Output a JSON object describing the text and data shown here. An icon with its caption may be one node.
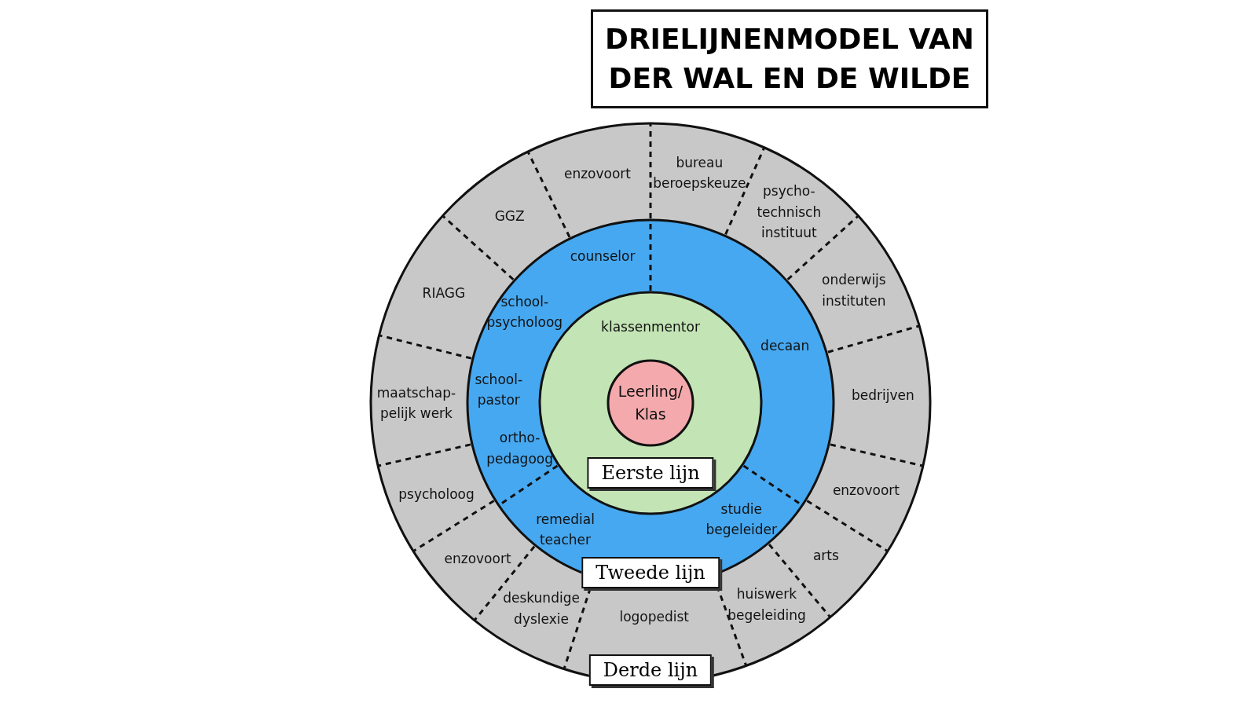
{
  "diagram": {
    "title": "DRIELIJNENMODEL VAN DER WAL EN DE WILDE",
    "nodes": [
      {
        "text": [
          "Derde lijn"
        ]
      },
      {
        "text": [
          "bureau beroepskeuze"
        ],
        "in": 0
      },
      {
        "text": [
          "psycho- technisch instituut"
        ],
        "in": 0
      },
      {
        "text": [
          "onderwijs instituten"
        ],
        "in": 0
      },
      {
        "text": [
          "bedrijven"
        ],
        "in": 0
      },
      {
        "text": [
          "enzovoort"
        ],
        "in": 0
      },
      {
        "text": [
          "arts"
        ],
        "in": 0
      },
      {
        "text": [
          "huiswerk begeleiding"
        ],
        "in": 0
      },
      {
        "text": [
          "logopedist"
        ],
        "in": 0
      },
      {
        "text": [
          "deskundige dyslexie"
        ],
        "in": 0
      },
      {
        "text": [
          "enzovoort"
        ],
        "in": 0
      },
      {
        "text": [
          "psycholoog"
        ],
        "in": 0
      },
      {
        "text": [
          "maatschap- pelijk werk"
        ],
        "in": 0
      },
      {
        "text": [
          "RIAGG"
        ],
        "in": 0
      },
      {
        "text": [
          "GGZ"
        ],
        "in": 0
      },
      {
        "text": [
          "enzovoort"
        ],
        "in": 0
      },
      {
        "text": [
          "Tweede lijn"
        ],
        "in": 0
      },
      {
        "text": [
          "decaan"
        ],
        "in": 16
      },
      {
        "text": [
          "studie begeleider"
        ],
        "in": 16
      },
      {
        "text": [
          "remedial teacher"
        ],
        "in": 16
      },
      {
        "text": [
          "school- pastor"
        ],
        "in": 16
      },
      {
        "text": [
          "ortho- pedagoog"
        ],
        "in": 16
      },
      {
        "text": [
          "school- psycholoog"
        ],
        "in": 16
      },
      {
        "text": [
          "counselor"
        ],
        "in": 16
      },
      {
        "text": [
          "klassenmentor",
          "Eerste lijn"
        ],
        "in": 16
      },
      {
        "text": [
          "Leerling/ Klas"
        ],
        "in": 24
      }
    ]
  }
}
